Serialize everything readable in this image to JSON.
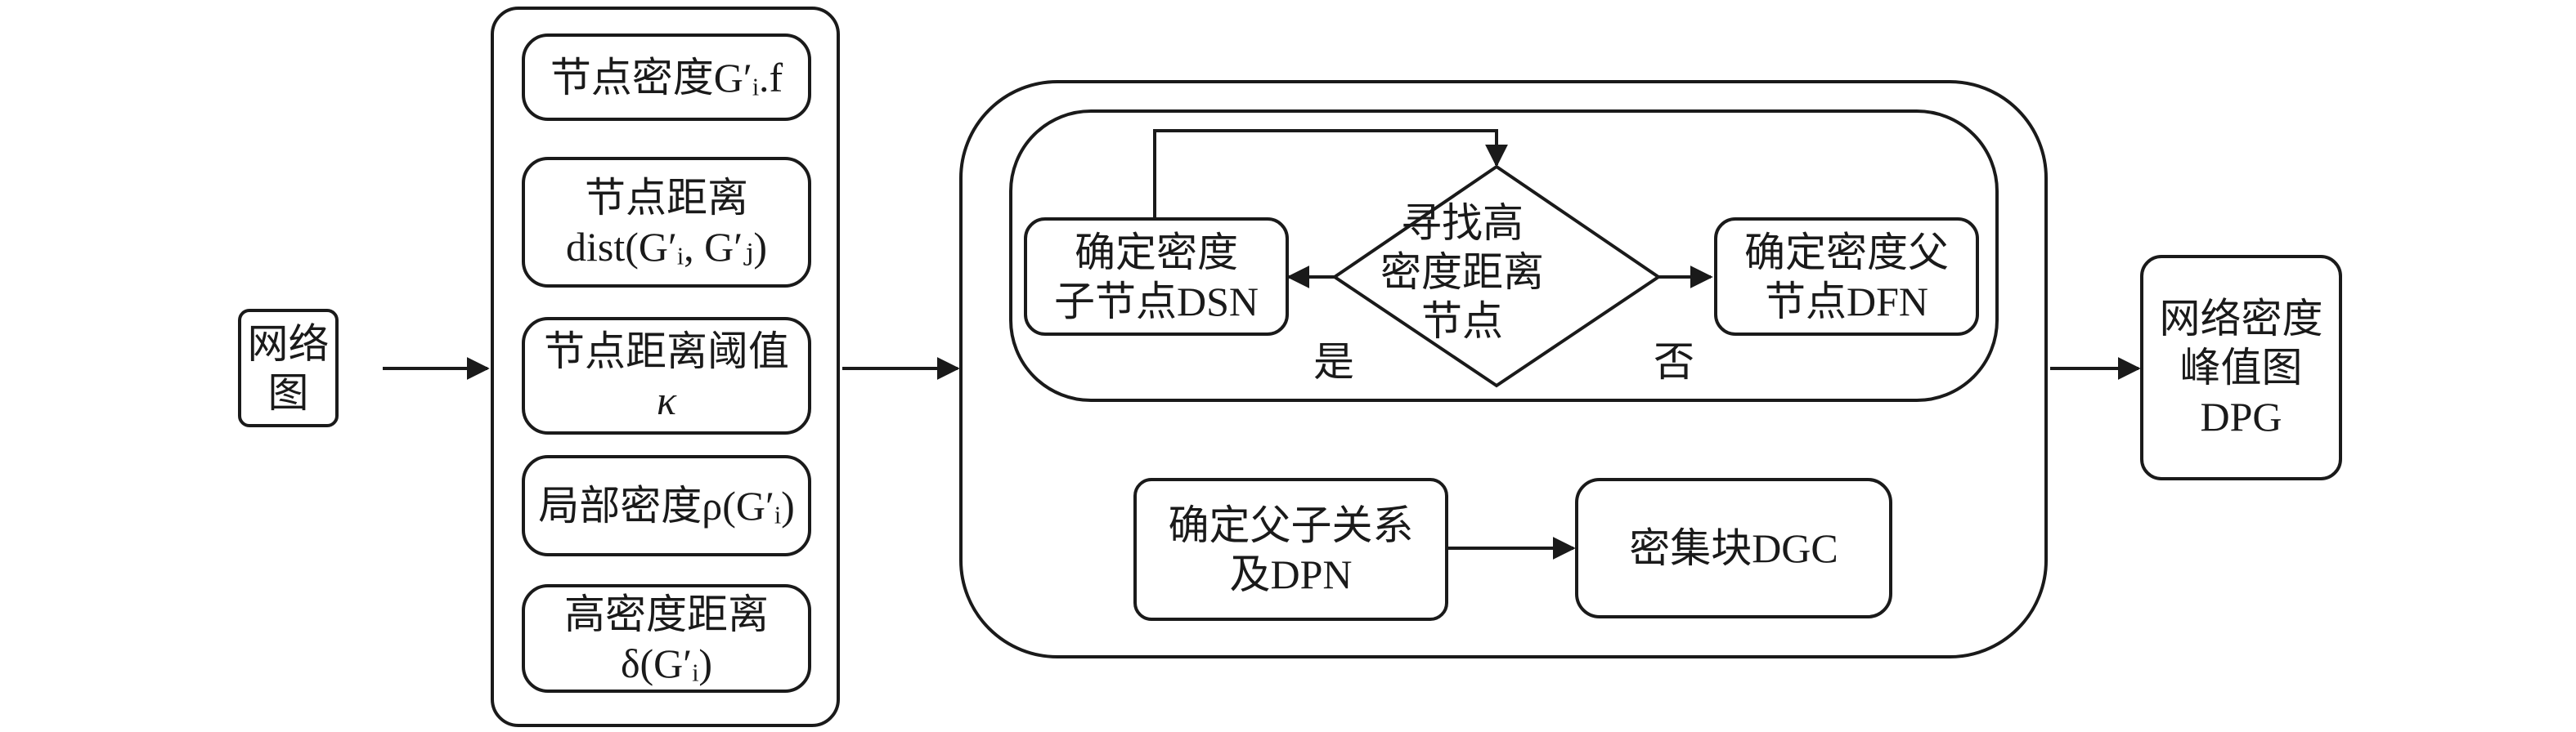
{
  "diagram": {
    "input": "网络图",
    "params": {
      "node_density": "节点密度G′ᵢ.f",
      "node_distance_l1": "节点距离",
      "node_distance_l2": "dist(G′ᵢ, G′ⱼ)",
      "distance_threshold_l1": "节点距离阈值",
      "distance_threshold_l2": "κ",
      "local_density": "局部密度ρ(G′ᵢ)",
      "high_density_distance_l1": "高密度距离",
      "high_density_distance_l2": "δ(G′ᵢ)"
    },
    "process": {
      "child_node_l1": "确定密度",
      "child_node_l2": "子节点DSN",
      "decision_l1": "寻找高",
      "decision_l2": "密度距离",
      "decision_l3": "节点",
      "parent_node_l1": "确定密度父",
      "parent_node_l2": "节点DFN",
      "yes_label": "是",
      "no_label": "否",
      "relation_l1": "确定父子关系",
      "relation_l2": "及DPN",
      "dense_block": "密集块DGC"
    },
    "output_l1": "网络密度",
    "output_l2": "峰值图",
    "output_l3": "DPG"
  }
}
